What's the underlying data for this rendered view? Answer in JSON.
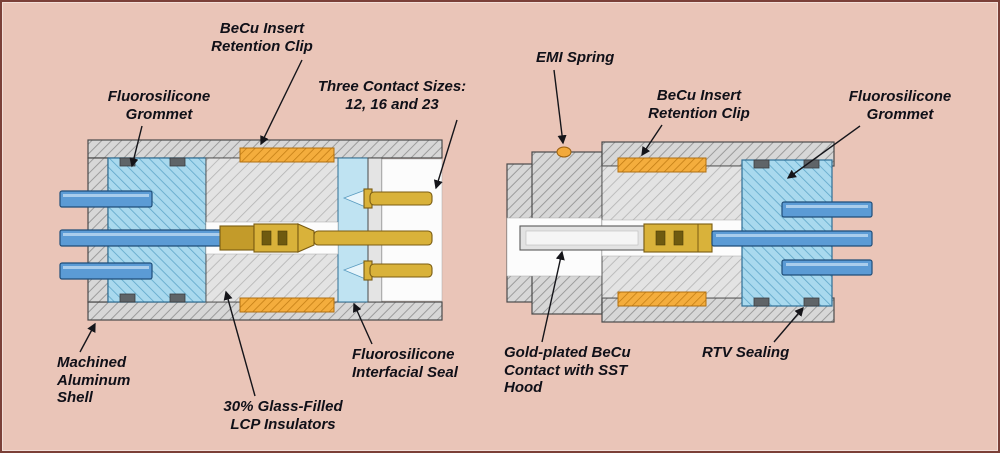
{
  "diagram": {
    "type": "connector-cross-section",
    "labels": {
      "becu_clip_left": "BeCu Insert\nRetention Clip",
      "fluorosilicone_grommet_left": "Fluorosilicone\nGrommet",
      "three_contact_sizes": "Three Contact Sizes:\n12, 16 and 23",
      "emi_spring": "EMI Spring",
      "becu_clip_right": "BeCu Insert\nRetention Clip",
      "fluorosilicone_grommet_right": "Fluorosilicone\nGrommet",
      "machined_aluminum_shell": "Machined\nAluminum\nShell",
      "lcp_insulators": "30% Glass-Filled\nLCP Insulators",
      "fluorosilicone_interfacial_seal": "Fluorosilicone\nInterfacial Seal",
      "gold_plated_contact": "Gold-plated BeCu\nContact with SST\nHood",
      "rtv_sealing": "RTV Sealing"
    },
    "colors": {
      "background": "#eac5b8",
      "frame_border": "#7b4038",
      "label_text": "#101018",
      "shell_gray": "#d7d7d7",
      "grommet_blue": "#a9d9ee",
      "clip_orange": "#f4ad3d",
      "contact_gold": "#d9b23a",
      "wire_blue": "#5b9bd5"
    }
  }
}
